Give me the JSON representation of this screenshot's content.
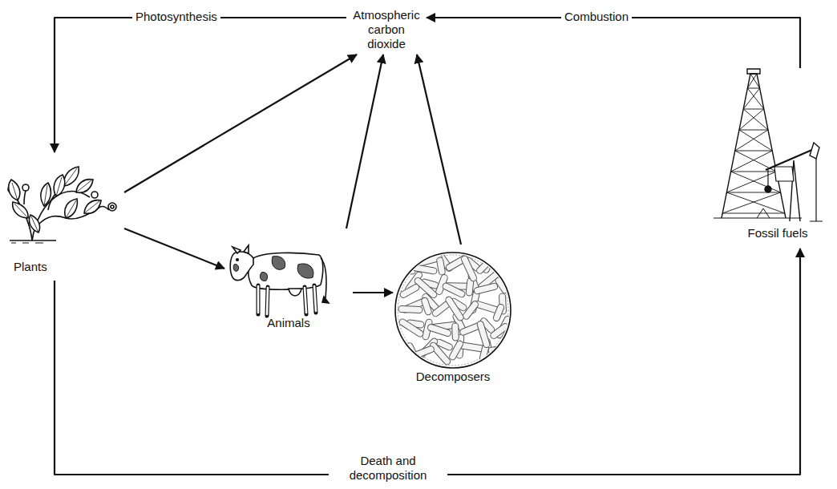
{
  "diagram": {
    "nodes": [
      {
        "text": [
          "Atmospheric carbon dioxide"
        ]
      },
      {
        "text": [
          "Plants"
        ]
      },
      {
        "text": [
          "Animals"
        ]
      },
      {
        "text": [
          "Decomposers"
        ]
      },
      {
        "text": [
          "Fossil fuels"
        ]
      }
    ],
    "edges": [
      {
        "from": 0,
        "to": 1,
        "label": "Photosynthesis",
        "arrow": "to"
      },
      {
        "from": 1,
        "to": 0,
        "arrow": "to"
      },
      {
        "from": 2,
        "to": 0,
        "arrow": "to"
      },
      {
        "from": 3,
        "to": 0,
        "arrow": "to"
      },
      {
        "from": 1,
        "to": 2,
        "arrow": "to"
      },
      {
        "from": 2,
        "to": 3,
        "arrow": "to"
      },
      {
        "from": 1,
        "to": 4,
        "label": "Death and decomposition",
        "arrow": "to"
      },
      {
        "from": 4,
        "to": 0,
        "label": "Combustion",
        "arrow": "to"
      }
    ]
  }
}
